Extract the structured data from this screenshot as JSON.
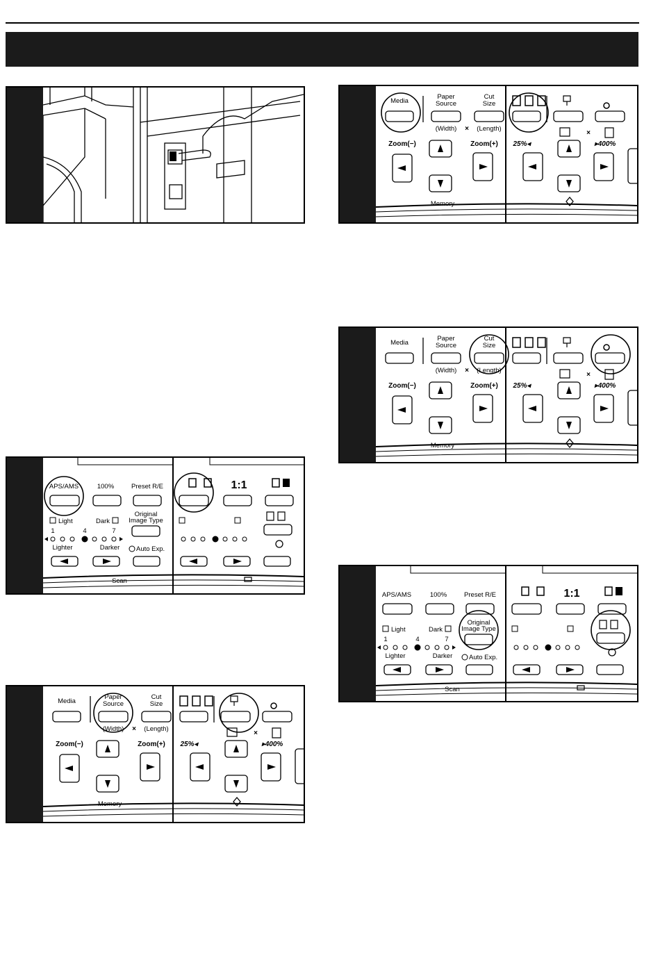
{
  "panel_media": {
    "media": "Media",
    "paper_source": [
      "Paper",
      "Source"
    ],
    "width": "(Width)",
    "times": "×",
    "cut_size": [
      "Cut",
      "Size"
    ],
    "length": "(Length)",
    "zoom_minus": "Zoom(−)",
    "zoom_plus": "Zoom(+)",
    "memory": "Memory",
    "pct_25": "25%◂",
    "pct_400": "▸400%"
  },
  "panel_exposure": {
    "aps_ams": "APS/AMS",
    "p100": "100%",
    "preset_re": "Preset R/E",
    "original_image_type": [
      "Original",
      "Image Type"
    ],
    "light": "Light",
    "dark": "Dark",
    "scale_1": "1",
    "scale_4": "4",
    "scale_7": "7",
    "lighter": "Lighter",
    "darker": "Darker",
    "auto_exp": "Auto Exp.",
    "scan": "Scan",
    "one_to_one": "1:1"
  }
}
